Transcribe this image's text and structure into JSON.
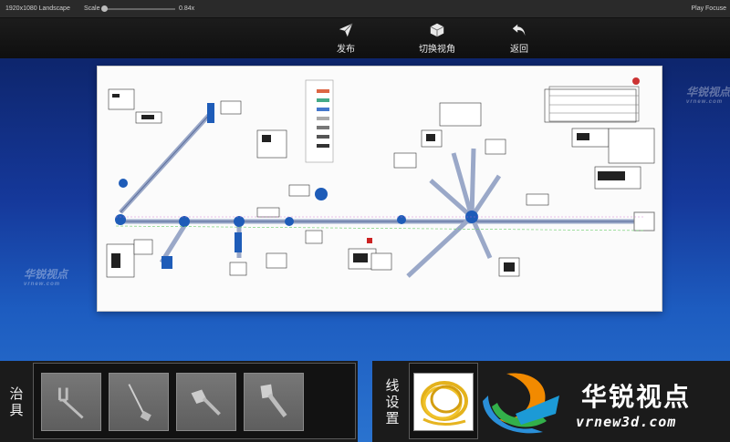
{
  "editor": {
    "resolution": "1920x1080 Landscape",
    "scale_label": "Scale",
    "scale_value": "0.84x",
    "play_focused": "Play Focuse"
  },
  "toolbar": {
    "publish_label": "发布",
    "switch_view_label": "切换视角",
    "back_label": "返回"
  },
  "watermark": {
    "brand": "华锐视点",
    "url": "vrnew.com"
  },
  "tools_panel": {
    "label": "治具",
    "items": [
      "fork-tool",
      "pin-tool",
      "crimp-tool",
      "spatula-tool"
    ]
  },
  "wire_panel": {
    "label": "线设置",
    "items": [
      "yellow-wire-coil"
    ]
  },
  "brand": {
    "name": "华锐视点",
    "url": "vrnew3d.com"
  },
  "colors": {
    "accent_blue": "#1e5cb8",
    "panel_bg": "#1b1b1b",
    "toolbar_bg": "#141414"
  }
}
